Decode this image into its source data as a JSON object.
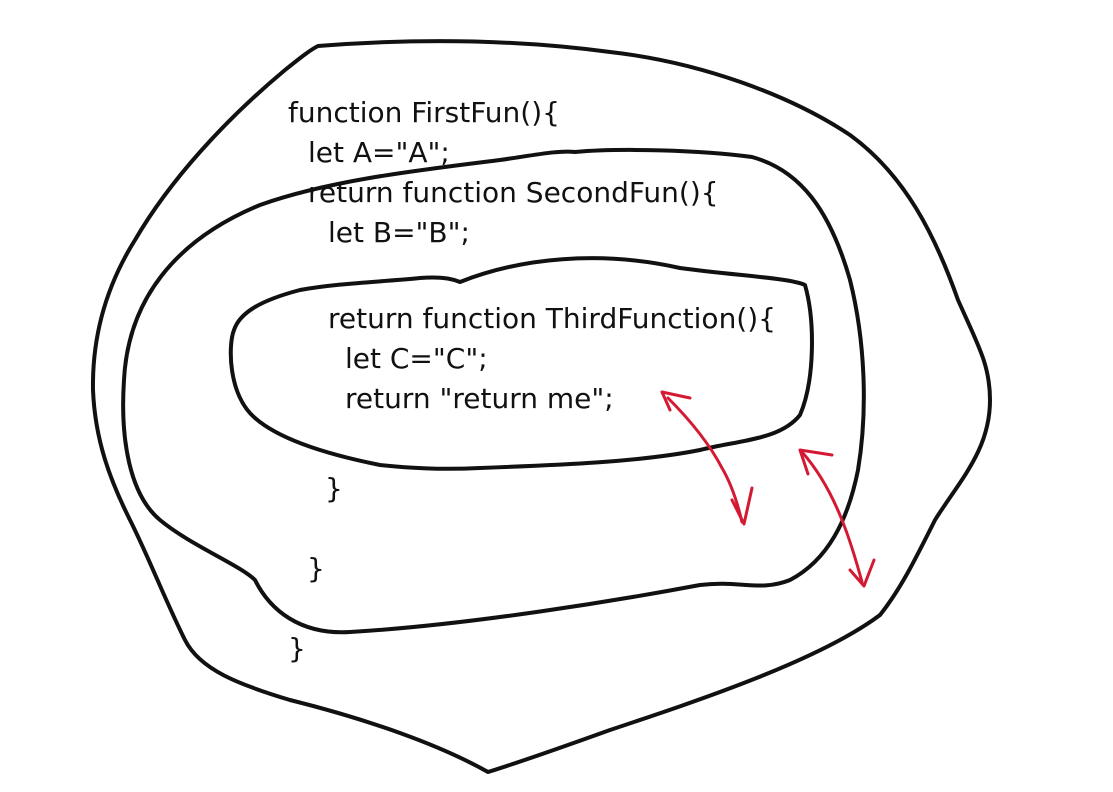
{
  "code": {
    "first_fun_open": "function FirstFun(){",
    "let_a": "let A=\"A\";",
    "return_second_fun": "return function SecondFun(){",
    "let_b": "let B=\"B\";",
    "return_third_function": "return function ThirdFunction(){",
    "let_c": "let C=\"C\";",
    "return_me": "return \"return me\";",
    "close_third": "}",
    "close_second": "}",
    "close_first": "}"
  },
  "colors": {
    "outline": "#111111",
    "arrow": "#d41a33",
    "background": "#ffffff"
  }
}
